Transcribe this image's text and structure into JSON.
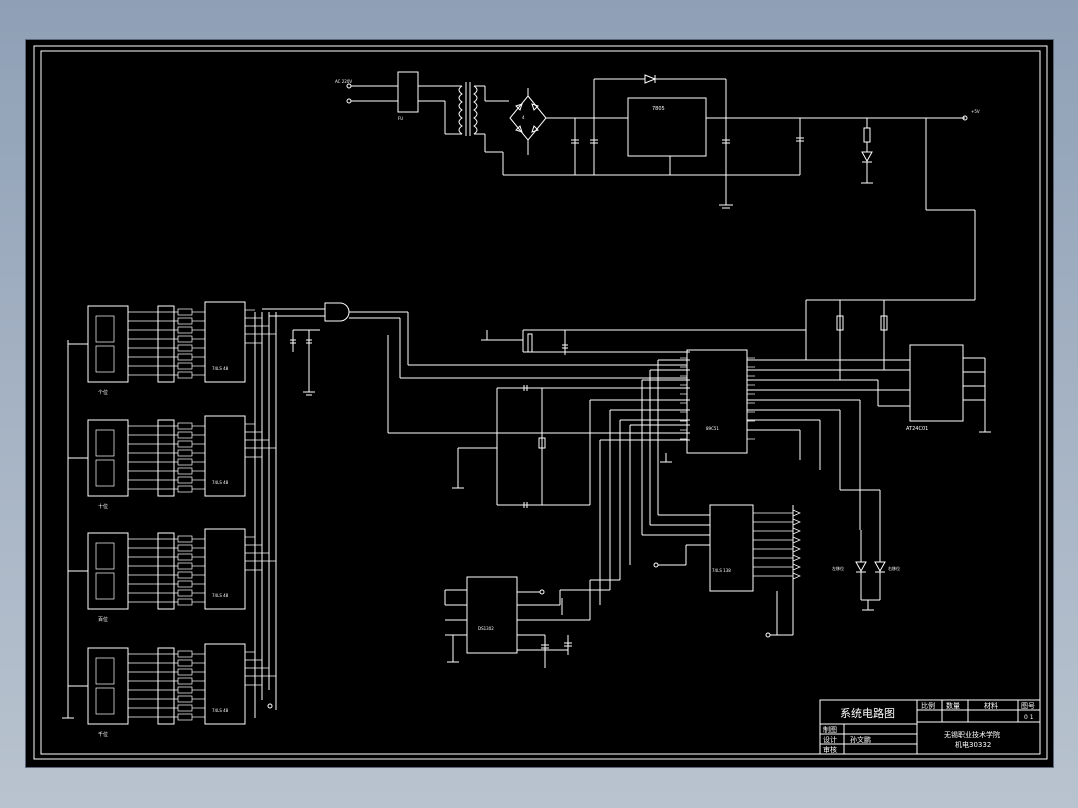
{
  "title_block": {
    "title": "系统电路图",
    "ratio_label": "比例",
    "qty_label": "数量",
    "material_label": "材料",
    "drawing_no_label": "图号",
    "drawing_no_value": "0 1",
    "drawn_label": "制图",
    "design_label": "设计",
    "designer": "孙文鹏",
    "review_label": "审核",
    "school": "无锡职业技术学院",
    "dept": "机电30332"
  },
  "chips": {
    "mcu": "89C51",
    "timer": "AT24C01",
    "regulator": "7805",
    "decoder": "74LS 138",
    "clock": "DS1302",
    "bcd_decoder": "74LS 48",
    "bridge": "4"
  },
  "power": {
    "vin_label": "AC 220V",
    "vcc": "+5V",
    "fuse": "FU"
  },
  "digit_labels": [
    "个位",
    "十位",
    "百位",
    "千位"
  ],
  "indicator_labels": [
    "左移位",
    "右移位"
  ],
  "colors": {
    "canvas": "#000000",
    "line": "#ffffff",
    "frame_bg": "#8fa0b6"
  }
}
